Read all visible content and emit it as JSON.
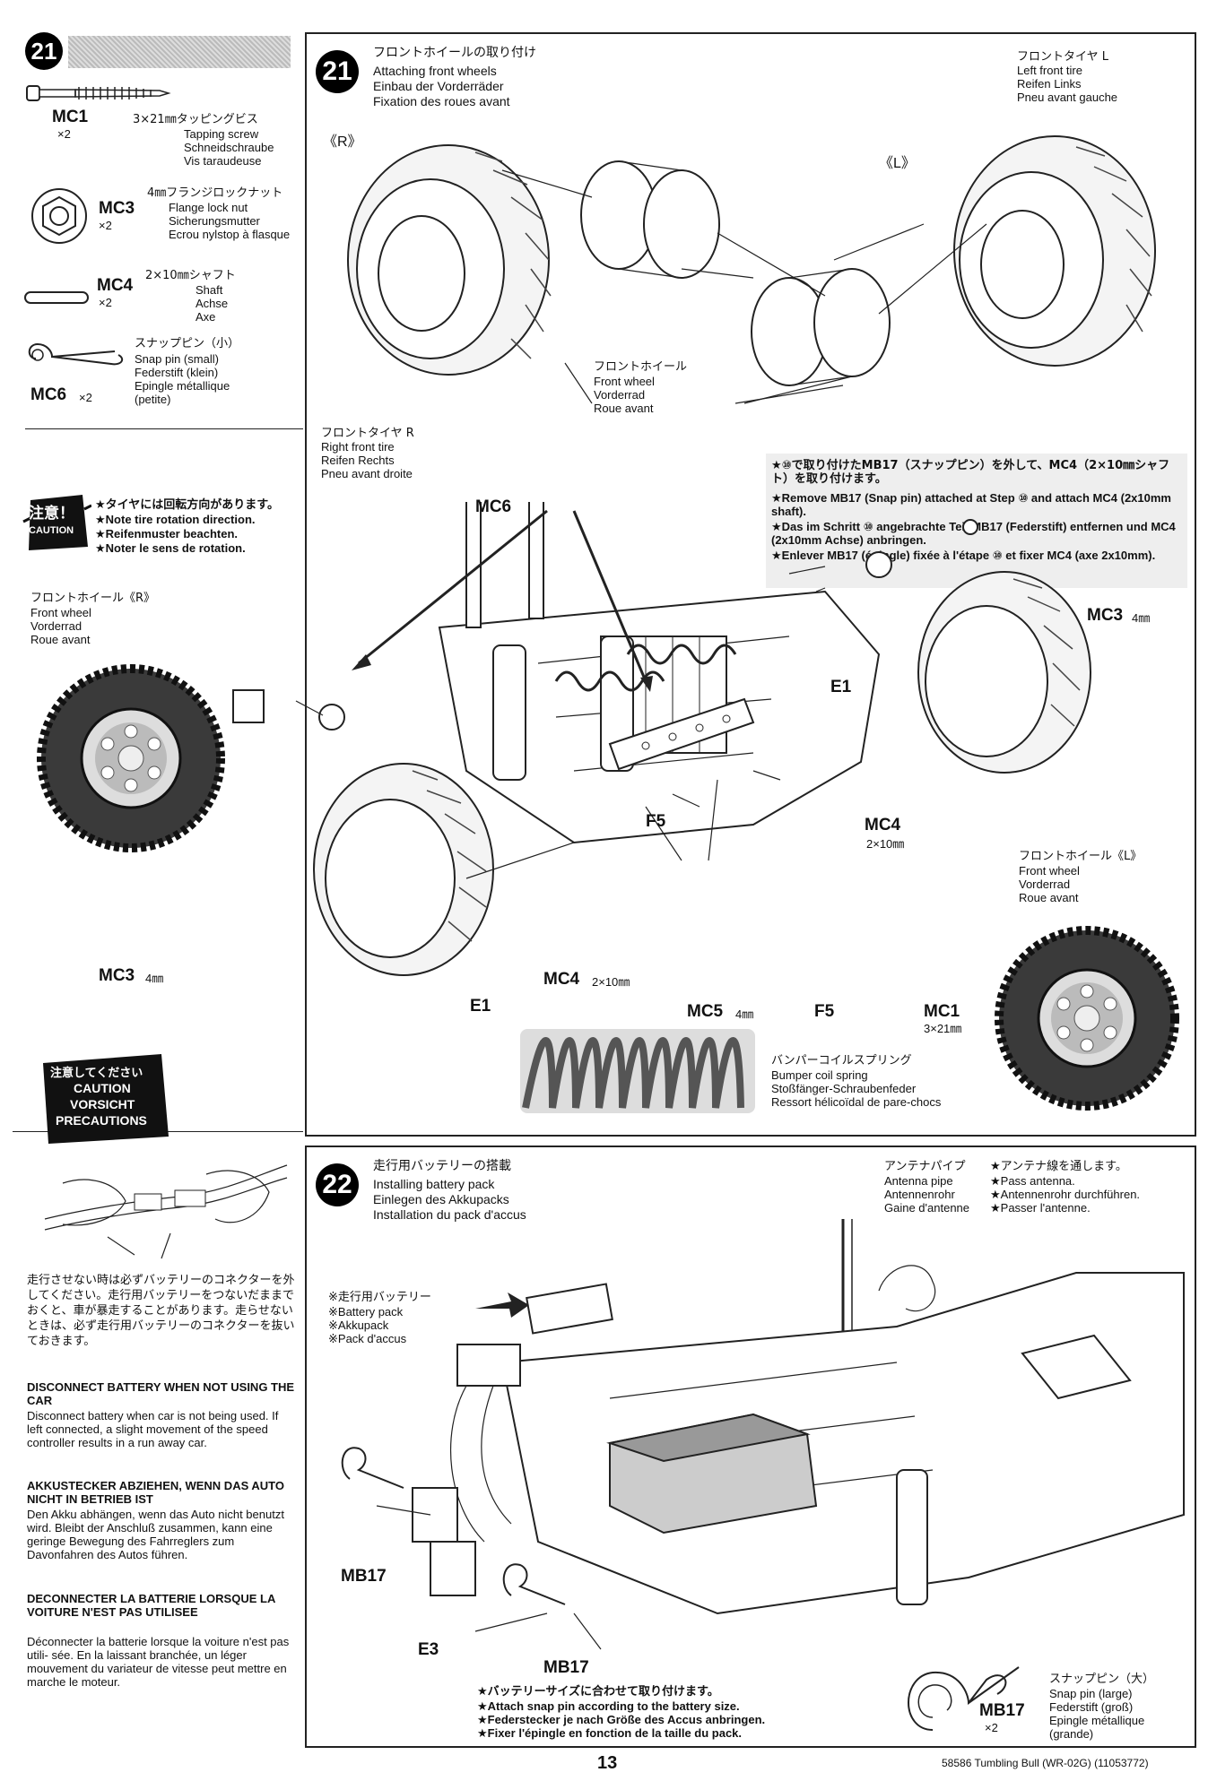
{
  "left_col": {
    "step_number": "21",
    "parts": [
      {
        "code": "MC1",
        "qty": "×2",
        "jp": "3×21㎜タッピングビス",
        "en": "Tapping screw",
        "de": "Schneidschraube",
        "fr": "Vis taraudeuse"
      },
      {
        "code": "MC3",
        "qty": "×2",
        "jp": "4㎜フランジロックナット",
        "en": "Flange lock nut",
        "de": "Sicherungsmutter",
        "fr": "Ecrou nylstop à flasque"
      },
      {
        "code": "MC4",
        "qty": "×2",
        "jp": "2×10㎜シャフト",
        "en": "Shaft",
        "de": "Achse",
        "fr": "Axe"
      },
      {
        "code": "MC6",
        "qty": "×2",
        "jp": "スナップピン（小）",
        "en": "Snap pin (small)",
        "de": "Federstift (klein)",
        "fr": "Epingle métallique (petite)"
      }
    ],
    "caution": {
      "badge_jp": "注意！",
      "badge_en": "CAUTION",
      "lines": [
        "★タイヤには回転方向があります。",
        "★Note tire rotation direction.",
        "★Reifenmuster beachten.",
        "★Noter le sens de rotation."
      ]
    },
    "front_wheel_r": {
      "jp": "フロントホイール《R》",
      "en": "Front wheel",
      "de": "Vorderrad",
      "fr": "Roue avant"
    },
    "warning": {
      "badge": [
        "注意してください",
        "CAUTION",
        "VORSICHT",
        "PRECAUTIONS"
      ],
      "jp": "走行させない時は必ずバッテリーのコネクターを外してください。走行用バッテリーをつないだままでおくと、車が暴走することがあります。走らせないときは、必ず走行用バッテリーのコネクターを抜いておきます。",
      "en_title": "DISCONNECT BATTERY WHEN NOT USING THE CAR",
      "en_body": "Disconnect battery when car is not being used. If left connected, a slight movement of the speed controller results in a run away car.",
      "de_title": "AKKUSTECKER ABZIEHEN, WENN DAS AUTO NICHT IN BETRIEB IST",
      "de_body": "Den Akku abhängen, wenn das Auto nicht benutzt wird. Bleibt der Anschluß zusammen, kann eine geringe Bewegung des Fahrreglers zum Davonfahren des Autos führen.",
      "fr_title": "DECONNECTER LA BATTERIE LORSQUE LA VOITURE N'EST PAS UTILISEE",
      "fr_body": "Déconnecter la batterie lorsque la voiture n'est pas utili- sée. En la laissant branchée, un léger mouvement du variateur de vitesse peut mettre en marche le moteur."
    }
  },
  "step21": {
    "number": "21",
    "title_jp": "フロントホイールの取り付け",
    "title_en": "Attaching front wheels",
    "title_de": "Einbau der Vorderräder",
    "title_fr": "Fixation des roues avant",
    "label_r": "《R》",
    "label_l": "《L》",
    "left_tire": [
      "フロントタイヤ L",
      "Left front tire",
      "Reifen Links",
      "Pneu avant gauche"
    ],
    "right_tire": [
      "フロントタイヤ R",
      "Right front tire",
      "Reifen Rechts",
      "Pneu avant droite"
    ],
    "front_wheel": [
      "フロントホイール",
      "Front wheel",
      "Vorderrad",
      "Roue avant"
    ],
    "note": [
      "★⑩で取り付けたMB17（スナップピン）を外して、MC4（2×10㎜シャフト）を取り付けます。",
      "★Remove MB17 (Snap pin) attached at Step ⑩ and attach MC4 (2x10mm shaft).",
      "★Das im Schritt ⑩ angebrachte Teil MB17 (Federstift) entfernen und MC4 (2x10mm Achse) anbringen.",
      "★Enlever MB17 (épingle) fixée à l'étape ⑩ et fixer MC4 (axe 2x10mm)."
    ],
    "callouts": {
      "mc6": "MC6",
      "mc3_right": "MC3",
      "mc3_right_size": "4㎜",
      "e1_right": "E1",
      "mc4_right": "MC4",
      "mc4_right_size": "2×10㎜",
      "f5_top": "F5",
      "mc3_left": "MC3",
      "mc3_left_size": "4㎜",
      "e1_left": "E1",
      "mc4_left": "MC4",
      "mc4_left_size": "2×10㎜",
      "mc5": "MC5",
      "mc5_size": "4㎜",
      "f5_bottom": "F5",
      "mc1": "MC1",
      "mc1_size": "3×21㎜"
    },
    "front_wheel_l": [
      "フロントホイール《L》",
      "Front wheel",
      "Vorderrad",
      "Roue avant"
    ],
    "spring": [
      "バンパーコイルスプリング",
      "Bumper coil spring",
      "Stoßfänger-Schraubenfeder",
      "Ressort hélicoïdal de pare-chocs"
    ]
  },
  "step22": {
    "number": "22",
    "title_jp": "走行用バッテリーの搭載",
    "title_en": "Installing battery pack",
    "title_de": "Einlegen des Akkupacks",
    "title_fr": "Installation du pack d'accus",
    "antenna": [
      "アンテナパイプ",
      "Antenna pipe",
      "Antennenrohr",
      "Gaine d'antenne"
    ],
    "antenna_note": [
      "★アンテナ線を通します。",
      "★Pass antenna.",
      "★Antennenrohr durchführen.",
      "★Passer l'antenne."
    ],
    "battery": [
      "※走行用バッテリー",
      "※Battery pack",
      "※Akkupack",
      "※Pack d'accus"
    ],
    "mb17_left": "MB17",
    "e3": "E3",
    "mb17_bottom": "MB17",
    "bottom_note": [
      "★バッテリーサイズに合わせて取り付けます。",
      "★Attach snap pin according to the battery size.",
      "★Federstecker je nach Größe des Accus anbringen.",
      "★Fixer l'épingle en fonction de la taille du pack."
    ],
    "snap_pin": {
      "code": "MB17",
      "qty": "×2",
      "jp": "スナップピン（大）",
      "en": "Snap pin (large)",
      "de": "Federstift (groß)",
      "fr": "Epingle métallique (grande)"
    }
  },
  "footer": {
    "page": "13",
    "ref": "58586 Tumbling Bull (WR-02G) (11053772)"
  }
}
